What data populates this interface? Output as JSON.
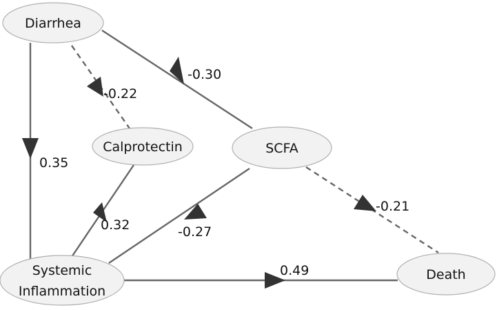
{
  "nodes": {
    "diarrhea": {
      "label": "Diarrhea"
    },
    "calprotectin": {
      "label": "Calprotectin"
    },
    "scfa": {
      "label": "SCFA"
    },
    "systemic": {
      "line1": "Systemic",
      "line2": "Inflammation"
    },
    "death": {
      "label": "Death"
    }
  },
  "edges": {
    "diarrhea_systemic": {
      "coefficient": "0.35",
      "style": "solid"
    },
    "diarrhea_calprotectin": {
      "coefficient": "-0.22",
      "style": "dashed"
    },
    "diarrhea_scfa": {
      "coefficient": "-0.30",
      "style": "solid"
    },
    "calprotectin_systemic": {
      "coefficient": "0.32",
      "style": "solid"
    },
    "scfa_systemic": {
      "coefficient": "-0.27",
      "style": "solid"
    },
    "scfa_death": {
      "coefficient": "-0.21",
      "style": "dashed"
    },
    "systemic_death": {
      "coefficient": "0.49",
      "style": "solid"
    }
  }
}
